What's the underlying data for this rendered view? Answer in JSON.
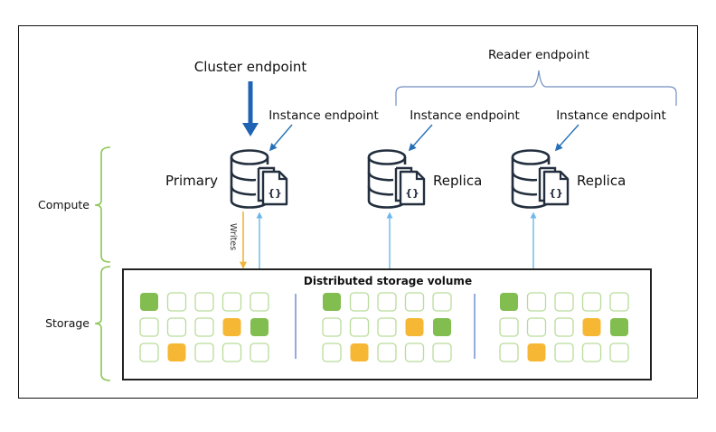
{
  "diagram": {
    "cluster_endpoint_label": "Cluster endpoint",
    "reader_endpoint_label": "Reader endpoint",
    "instances": [
      {
        "role_label": "Primary",
        "endpoint_label": "Instance endpoint",
        "type": "primary"
      },
      {
        "role_label": "Replica",
        "endpoint_label": "Instance endpoint",
        "type": "replica"
      },
      {
        "role_label": "Replica",
        "endpoint_label": "Instance endpoint",
        "type": "replica"
      }
    ],
    "writes_label": "Writes",
    "layers": {
      "compute_label": "Compute",
      "storage_label": "Storage"
    },
    "storage_volume_label": "Distributed storage volume",
    "storage_grid": {
      "legend": {
        "g": "green-filled",
        "o": "orange-filled",
        "e": "empty"
      },
      "groups": [
        [
          [
            "g",
            "e",
            "e",
            "e",
            "e"
          ],
          [
            "e",
            "e",
            "e",
            "o",
            "g"
          ],
          [
            "e",
            "o",
            "e",
            "e",
            "e"
          ]
        ],
        [
          [
            "g",
            "e",
            "e",
            "e",
            "e"
          ],
          [
            "e",
            "e",
            "e",
            "o",
            "g"
          ],
          [
            "e",
            "o",
            "e",
            "e",
            "e"
          ]
        ],
        [
          [
            "g",
            "e",
            "e",
            "e",
            "e"
          ],
          [
            "e",
            "e",
            "e",
            "o",
            "g"
          ],
          [
            "e",
            "o",
            "e",
            "e",
            "e"
          ]
        ]
      ]
    },
    "colors": {
      "cluster_arrow": "#1f64b4",
      "endpoint_arrow": "#2670b8",
      "read_line": "#6ab8ec",
      "write_line": "#f1b43a",
      "brace_reader": "#6f8fbf",
      "brace_layers": "#8cc554",
      "cell_green": "#82bd4f",
      "cell_orange": "#f6b834",
      "cell_border": "#b9dc9a",
      "divider": "#4d76c7",
      "icon_stroke": "#232f3e"
    }
  }
}
